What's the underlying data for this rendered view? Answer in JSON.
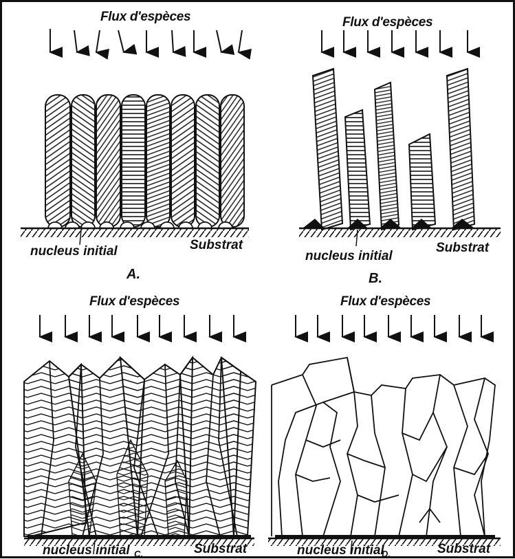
{
  "panels": [
    {
      "id": "A",
      "flux": "Flux d'espèces",
      "nucleus": "nucleus initial",
      "substrate": "Substrat",
      "caption": "A."
    },
    {
      "id": "B",
      "flux": "Flux d'espèces",
      "nucleus": "nucleus initial",
      "substrate": "Substrat",
      "caption": "B."
    },
    {
      "id": "C",
      "flux": "Flux d'espèces",
      "nucleus": "nucleus initial",
      "substrate": "Substrat",
      "caption": "C."
    },
    {
      "id": "D",
      "flux": "Flux d'espèces",
      "nucleus": "nucleus initial",
      "substrate": "Substrat",
      "caption": "D."
    }
  ],
  "colors": {
    "ink": "#111111",
    "background": "#ffffff"
  }
}
